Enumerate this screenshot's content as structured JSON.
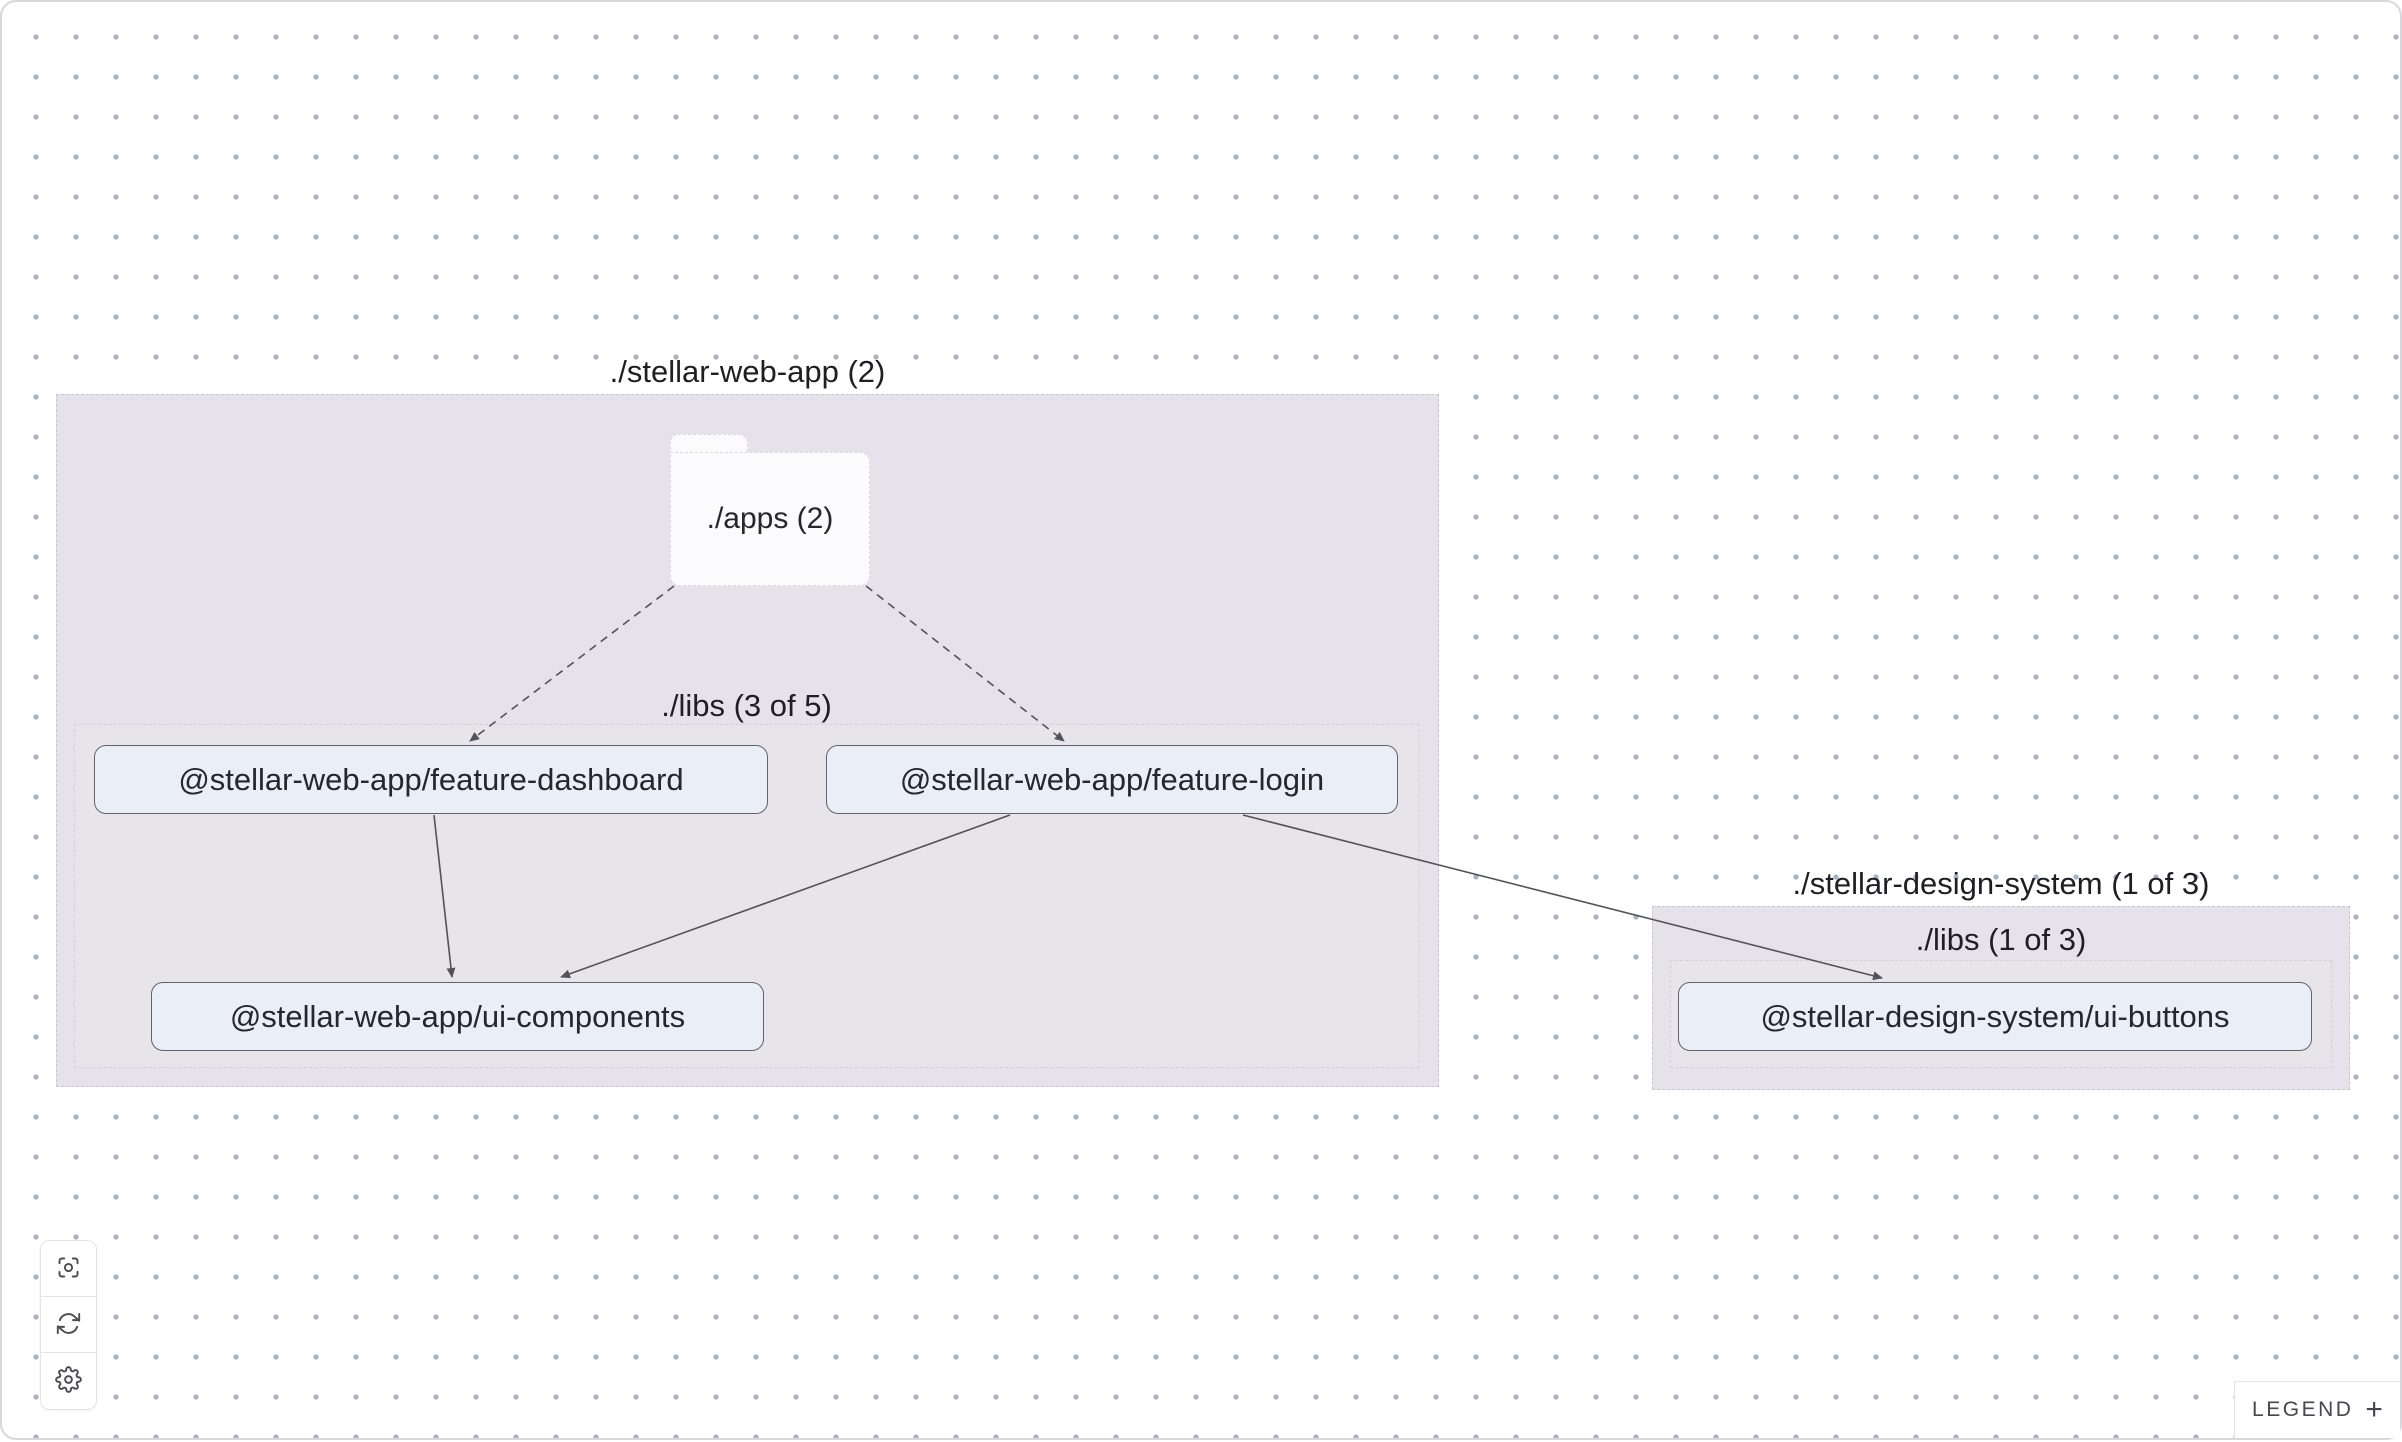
{
  "colors": {
    "canvas-bg": "#ffffff",
    "canvas-border": "#d8d7dc",
    "dot-color": "#a9b2c0",
    "group-fill": "#e5e3e9",
    "group-border": "#c9c7d1",
    "subgroup-fill": "#e7e5ea",
    "subgroup-border": "#d2d0da",
    "folder-fill": "#fbfafc",
    "folder-border": "#dcd8e1",
    "node-fill": "#eaeef7",
    "node-border": "#62626c",
    "node-text": "#26262c",
    "label-color": "#1e1e24",
    "edge-color": "#52525a",
    "toolbar-border": "#e3e2e6",
    "icon-color": "#4b4b52",
    "legend-color": "#47474e"
  },
  "graph": {
    "groups": [
      {
        "id": "stellar-web-app",
        "label": "./stellar-web-app (2)"
      },
      {
        "id": "stellar-design-system",
        "label": "./stellar-design-system (1 of 3)"
      }
    ],
    "subgroups": [
      {
        "id": "web-app-libs",
        "label": "./libs (3 of 5)"
      },
      {
        "id": "design-system-libs",
        "label": "./libs (1 of 3)"
      }
    ],
    "folders": [
      {
        "id": "apps",
        "label": "./apps (2)"
      }
    ],
    "nodes": [
      {
        "id": "feature-dashboard",
        "label": "@stellar-web-app/feature-dashboard"
      },
      {
        "id": "feature-login",
        "label": "@stellar-web-app/feature-login"
      },
      {
        "id": "ui-components",
        "label": "@stellar-web-app/ui-components"
      },
      {
        "id": "ui-buttons",
        "label": "@stellar-design-system/ui-buttons"
      }
    ],
    "edges": [
      {
        "from": "apps",
        "to": "feature-dashboard",
        "style": "dashed"
      },
      {
        "from": "apps",
        "to": "feature-login",
        "style": "dashed"
      },
      {
        "from": "feature-dashboard",
        "to": "ui-components",
        "style": "solid"
      },
      {
        "from": "feature-login",
        "to": "ui-components",
        "style": "solid"
      },
      {
        "from": "feature-login",
        "to": "ui-buttons",
        "style": "solid"
      }
    ]
  },
  "toolbar": {
    "buttons": [
      {
        "icon": "focus-icon"
      },
      {
        "icon": "refresh-icon"
      },
      {
        "icon": "settings-icon"
      }
    ]
  },
  "legend": {
    "label": "LEGEND",
    "expand_symbol": "+"
  }
}
